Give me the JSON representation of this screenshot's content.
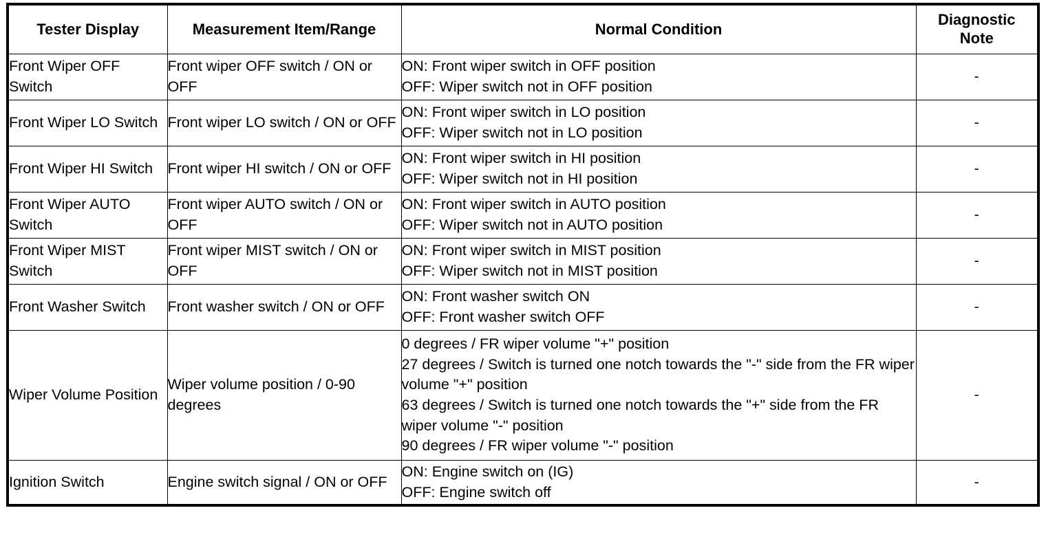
{
  "table": {
    "headers": [
      {
        "label": "Tester Display"
      },
      {
        "label": "Measurement Item/Range"
      },
      {
        "label": "Normal Condition"
      },
      {
        "label": "Diagnostic\nNote"
      }
    ],
    "rows": [
      {
        "tester_display": "Front Wiper OFF Switch",
        "measurement": "Front wiper OFF switch / ON or OFF",
        "normal_condition": [
          "ON: Front wiper switch in OFF position",
          "OFF: Wiper switch not in OFF position"
        ],
        "diagnostic_note": "-"
      },
      {
        "tester_display": "Front Wiper LO Switch",
        "measurement": "Front wiper LO switch / ON or OFF",
        "normal_condition": [
          "ON: Front wiper switch in LO position",
          "OFF: Wiper switch not in LO position"
        ],
        "diagnostic_note": "-"
      },
      {
        "tester_display": "Front Wiper HI Switch",
        "measurement": "Front wiper HI switch / ON or OFF",
        "normal_condition": [
          "ON: Front wiper switch in HI position",
          "OFF: Wiper switch not in HI position"
        ],
        "diagnostic_note": "-"
      },
      {
        "tester_display": "Front Wiper AUTO Switch",
        "measurement": "Front wiper AUTO switch / ON or OFF",
        "normal_condition": [
          "ON: Front wiper switch in AUTO position",
          "OFF: Wiper switch not in AUTO position"
        ],
        "diagnostic_note": "-"
      },
      {
        "tester_display": "Front Wiper MIST Switch",
        "measurement": "Front wiper MIST switch / ON or OFF",
        "normal_condition": [
          "ON: Front wiper switch in MIST position",
          "OFF: Wiper switch not in MIST position"
        ],
        "diagnostic_note": "-"
      },
      {
        "tester_display": "Front Washer Switch",
        "measurement": "Front washer switch / ON or OFF",
        "normal_condition": [
          "ON: Front washer switch ON",
          "OFF: Front washer switch OFF"
        ],
        "diagnostic_note": "-"
      },
      {
        "tester_display": "Wiper Volume Position",
        "measurement": "Wiper volume position / 0-90 degrees",
        "normal_condition": [
          "0 degrees / FR wiper volume \"+\" position",
          "27 degrees / Switch is turned one notch towards the \"-\" side from the FR wiper volume \"+\" position",
          "63 degrees / Switch is turned one notch towards the \"+\" side from the FR wiper volume \"-\" position",
          "90 degrees / FR wiper volume \"-\" position"
        ],
        "diagnostic_note": "-"
      },
      {
        "tester_display": "Ignition Switch",
        "measurement": "Engine switch signal / ON or OFF",
        "normal_condition": [
          "ON: Engine switch on (IG)",
          "OFF: Engine switch off"
        ],
        "diagnostic_note": "-"
      }
    ]
  }
}
